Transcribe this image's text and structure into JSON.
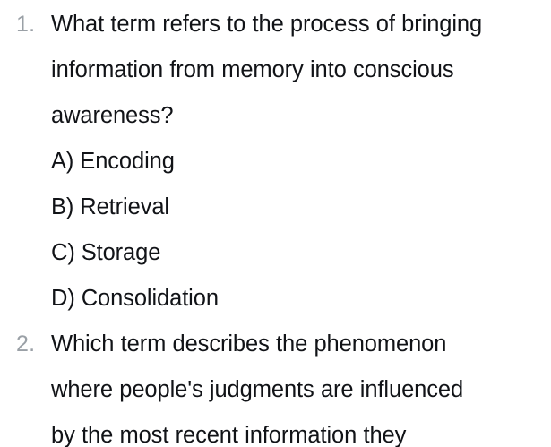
{
  "document": {
    "type": "quiz-questions",
    "background_color": "#ffffff",
    "text_color": "#111317",
    "marker_color": "#9aa0a6",
    "questions": [
      {
        "number": "1.",
        "text": "What term refers to the process of bringing information from memory into conscious awareness?",
        "lines": [
          "What term refers to the process of bringing",
          "information from memory into conscious",
          "awareness?"
        ],
        "options": [
          "A) Encoding",
          "B) Retrieval",
          "C) Storage",
          "D) Consolidation"
        ]
      },
      {
        "number": "2.",
        "text": "Which term describes the phenomenon where people's judgments are influenced by the most recent information they",
        "lines": [
          "Which term describes the phenomenon",
          "where people's judgments are influenced",
          "by the most recent information they"
        ],
        "options": []
      }
    ]
  }
}
